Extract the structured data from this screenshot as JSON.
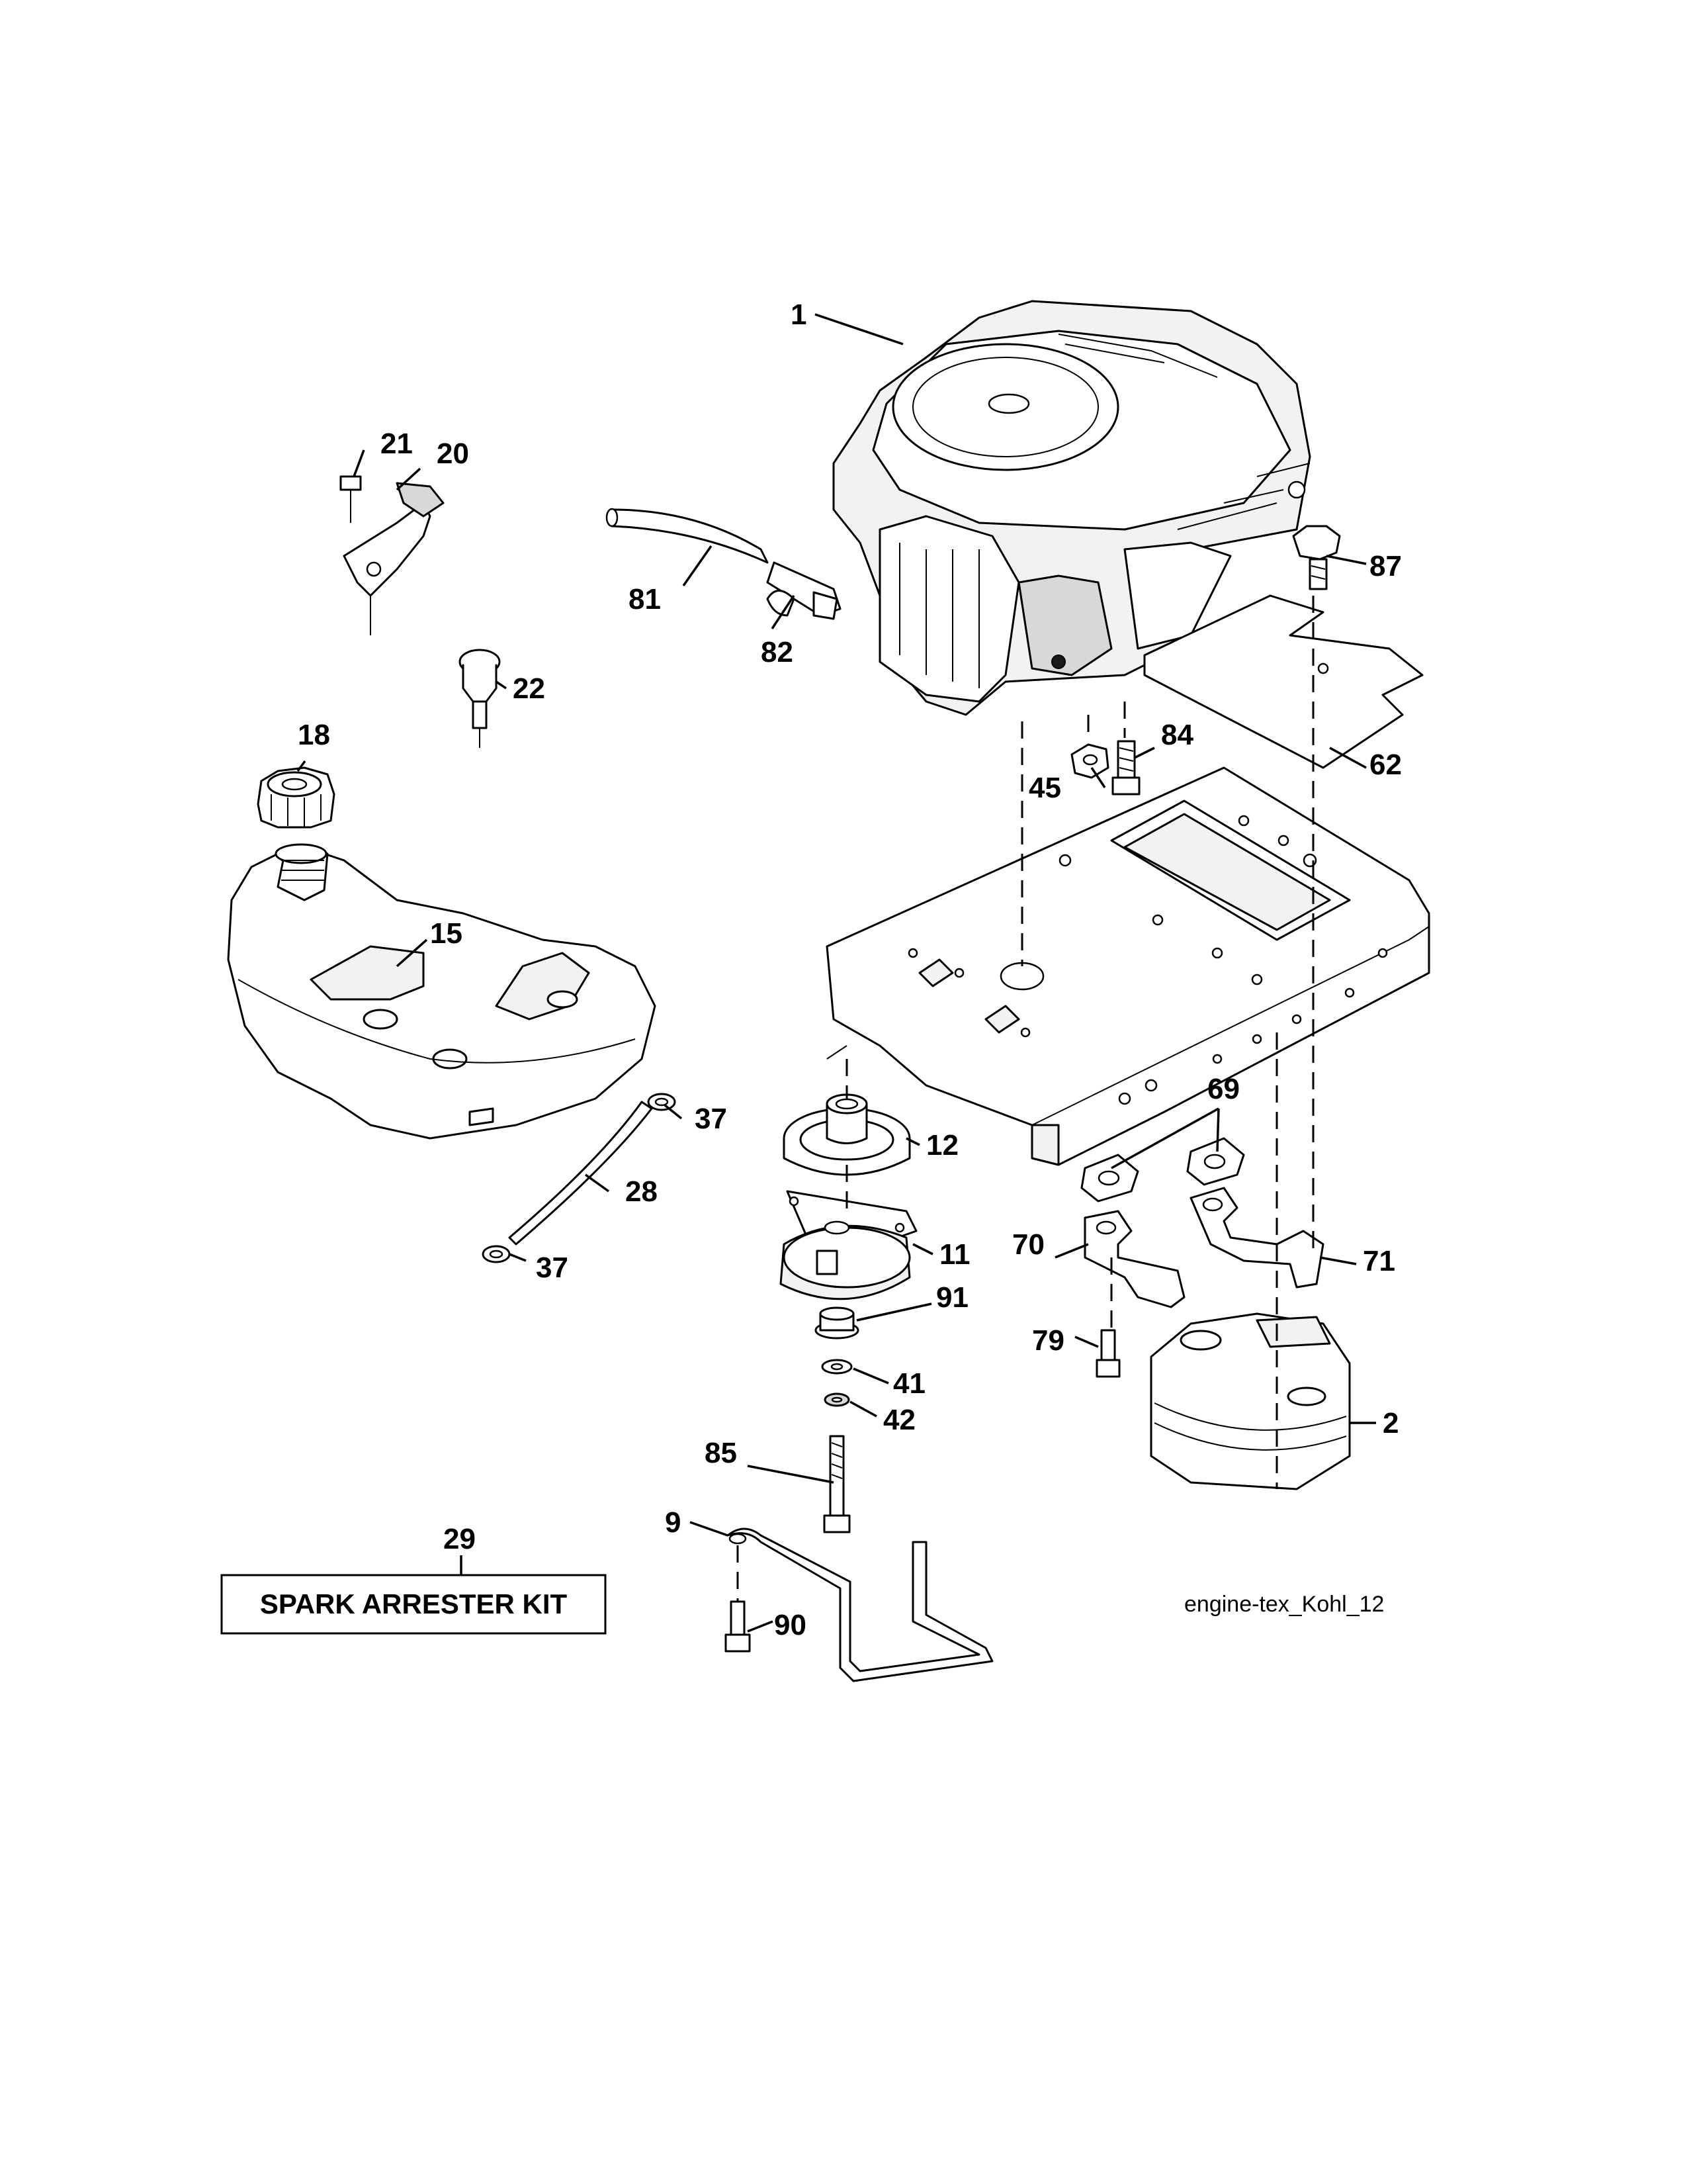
{
  "callouts": [
    {
      "id": "c1",
      "label": "1"
    },
    {
      "id": "c2",
      "label": "2"
    },
    {
      "id": "c9",
      "label": "9"
    },
    {
      "id": "c11",
      "label": "11"
    },
    {
      "id": "c12",
      "label": "12"
    },
    {
      "id": "c15",
      "label": "15"
    },
    {
      "id": "c18",
      "label": "18"
    },
    {
      "id": "c20",
      "label": "20"
    },
    {
      "id": "c21",
      "label": "21"
    },
    {
      "id": "c22",
      "label": "22"
    },
    {
      "id": "c28",
      "label": "28"
    },
    {
      "id": "c29",
      "label": "29"
    },
    {
      "id": "c37a",
      "label": "37"
    },
    {
      "id": "c37b",
      "label": "37"
    },
    {
      "id": "c41",
      "label": "41"
    },
    {
      "id": "c42",
      "label": "42"
    },
    {
      "id": "c45",
      "label": "45"
    },
    {
      "id": "c62",
      "label": "62"
    },
    {
      "id": "c69",
      "label": "69"
    },
    {
      "id": "c70",
      "label": "70"
    },
    {
      "id": "c71",
      "label": "71"
    },
    {
      "id": "c79",
      "label": "79"
    },
    {
      "id": "c81",
      "label": "81"
    },
    {
      "id": "c82",
      "label": "82"
    },
    {
      "id": "c84",
      "label": "84"
    },
    {
      "id": "c85",
      "label": "85"
    },
    {
      "id": "c87",
      "label": "87"
    },
    {
      "id": "c90",
      "label": "90"
    },
    {
      "id": "c91",
      "label": "91"
    }
  ],
  "kit_box": {
    "label": "SPARK ARRESTER KIT"
  },
  "reference": {
    "label": "engine-tex_Kohl_12"
  }
}
